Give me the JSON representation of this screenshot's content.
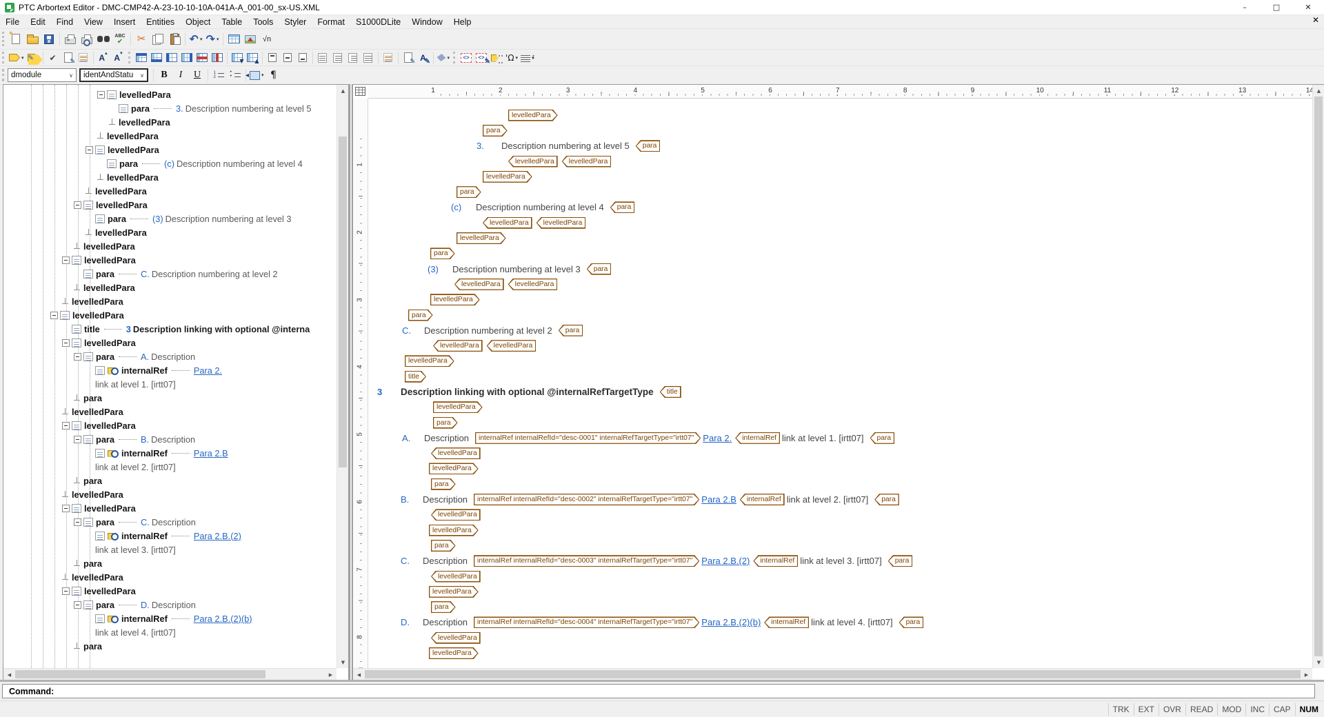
{
  "window": {
    "title": "PTC Arbortext Editor - DMC-CMP42-A-23-10-10-10A-041A-A_001-00_sx-US.XML"
  },
  "menu": {
    "items": [
      "File",
      "Edit",
      "Find",
      "View",
      "Insert",
      "Entities",
      "Object",
      "Table",
      "Tools",
      "Styler",
      "Format",
      "S1000DLite",
      "Window",
      "Help"
    ]
  },
  "icons": {
    "minimize": "–",
    "maximize": "□",
    "close": "✕",
    "doc_close": "✕",
    "cut": "✂",
    "undo": "↶",
    "redo": "↷",
    "equation": "√n",
    "spell_text": "ABC",
    "check_green": "✔",
    "check": "✔",
    "bold": "B",
    "italic": "I",
    "underline": "U",
    "pilcrow": "¶",
    "omega": "'Ω",
    "chevron": "∨",
    "dropdown": "▾",
    "code": "<>",
    "font_letter": "A",
    "sup_up": "▴",
    "sup_down": "▾",
    "up": "▲",
    "down": "▼",
    "left": "◀",
    "right": "▶"
  },
  "toolbar3": {
    "element_combo": "dmodule",
    "context_combo": "identAndStatu"
  },
  "ruler": {
    "h_numbers": [
      1,
      2,
      3,
      4,
      5,
      6,
      7,
      8,
      9,
      10,
      11,
      12,
      13,
      14
    ],
    "v_numbers": [
      1,
      2,
      3,
      4,
      5,
      6,
      7,
      8
    ]
  },
  "tree": {
    "rows": [
      {
        "i": 6,
        "k": "el",
        "exp": true,
        "name": "levelledPara"
      },
      {
        "i": 7,
        "k": "el",
        "name": "para",
        "num": "3.",
        "text": "Description numbering at level 5"
      },
      {
        "i": 7,
        "k": "end",
        "name": "levelledPara"
      },
      {
        "i": 6,
        "k": "end",
        "name": "levelledPara"
      },
      {
        "i": 5,
        "k": "el",
        "exp": true,
        "name": "levelledPara"
      },
      {
        "i": 6,
        "k": "el",
        "name": "para",
        "num": "(c)",
        "text": "Description numbering at level 4"
      },
      {
        "i": 6,
        "k": "end",
        "name": "levelledPara"
      },
      {
        "i": 5,
        "k": "end",
        "name": "levelledPara"
      },
      {
        "i": 4,
        "k": "el",
        "exp": true,
        "name": "levelledPara"
      },
      {
        "i": 5,
        "k": "el",
        "name": "para",
        "num": "(3)",
        "text": "Description numbering at level 3"
      },
      {
        "i": 5,
        "k": "end",
        "name": "levelledPara"
      },
      {
        "i": 4,
        "k": "end",
        "name": "levelledPara"
      },
      {
        "i": 3,
        "k": "el",
        "exp": true,
        "name": "levelledPara"
      },
      {
        "i": 4,
        "k": "el",
        "name": "para",
        "num": "C.",
        "text": "Description numbering at level 2"
      },
      {
        "i": 4,
        "k": "end",
        "name": "levelledPara"
      },
      {
        "i": 3,
        "k": "end",
        "name": "levelledPara"
      },
      {
        "i": 2,
        "k": "el",
        "exp": true,
        "name": "levelledPara"
      },
      {
        "i": 3,
        "k": "el",
        "name": "title",
        "num": "3",
        "text": "Description linking with optional @interna",
        "bold": true
      },
      {
        "i": 3,
        "k": "el",
        "exp": true,
        "name": "levelledPara"
      },
      {
        "i": 4,
        "k": "el",
        "exp": true,
        "name": "para",
        "num": "A.",
        "text": "Description"
      },
      {
        "i": 5,
        "k": "ref",
        "name": "internalRef",
        "link": "Para 2."
      },
      {
        "i": 5,
        "k": "txt",
        "text": "link at level 1. [irtt07]"
      },
      {
        "i": 4,
        "k": "end",
        "name": "para"
      },
      {
        "i": 3,
        "k": "end",
        "name": "levelledPara"
      },
      {
        "i": 3,
        "k": "el",
        "exp": true,
        "name": "levelledPara"
      },
      {
        "i": 4,
        "k": "el",
        "exp": true,
        "name": "para",
        "num": "B.",
        "text": "Description"
      },
      {
        "i": 5,
        "k": "ref",
        "name": "internalRef",
        "link": "Para 2.B"
      },
      {
        "i": 5,
        "k": "txt",
        "text": "link at level 2. [irtt07]"
      },
      {
        "i": 4,
        "k": "end",
        "name": "para"
      },
      {
        "i": 3,
        "k": "end",
        "name": "levelledPara"
      },
      {
        "i": 3,
        "k": "el",
        "exp": true,
        "name": "levelledPara"
      },
      {
        "i": 4,
        "k": "el",
        "exp": true,
        "name": "para",
        "num": "C.",
        "text": "Description"
      },
      {
        "i": 5,
        "k": "ref",
        "name": "internalRef",
        "link": "Para 2.B.(2)"
      },
      {
        "i": 5,
        "k": "txt",
        "text": "link at level 3. [irtt07]"
      },
      {
        "i": 4,
        "k": "end",
        "name": "para"
      },
      {
        "i": 3,
        "k": "end",
        "name": "levelledPara"
      },
      {
        "i": 3,
        "k": "el",
        "exp": true,
        "name": "levelledPara"
      },
      {
        "i": 4,
        "k": "el",
        "exp": true,
        "name": "para",
        "num": "D.",
        "text": "Description"
      },
      {
        "i": 5,
        "k": "ref",
        "name": "internalRef",
        "link": "Para 2.B.(2)(b)"
      },
      {
        "i": 5,
        "k": "txt",
        "text": "link at level 4. [irtt07]"
      },
      {
        "i": 4,
        "k": "end",
        "name": "para"
      }
    ]
  },
  "document": {
    "lines": [
      {
        "ind": 200,
        "seg": [
          [
            "o",
            "levelledPara"
          ]
        ]
      },
      {
        "ind": 163,
        "seg": [
          [
            "o",
            "para"
          ]
        ]
      },
      {
        "ind": 157,
        "seg": [
          [
            "n",
            "3."
          ],
          [
            "t",
            "Description numbering at level 5"
          ],
          [
            "c",
            "para"
          ]
        ]
      },
      {
        "ind": 200,
        "seg": [
          [
            "c",
            "levelledPara"
          ],
          [
            "c",
            "levelledPara"
          ]
        ]
      },
      {
        "ind": 163,
        "seg": [
          [
            "o",
            "levelledPara"
          ]
        ]
      },
      {
        "ind": 125,
        "seg": [
          [
            "o",
            "para"
          ]
        ]
      },
      {
        "ind": 120,
        "seg": [
          [
            "n",
            "(c)"
          ],
          [
            "t",
            "Description numbering at level 4"
          ],
          [
            "c",
            "para"
          ]
        ]
      },
      {
        "ind": 163,
        "seg": [
          [
            "c",
            "levelledPara"
          ],
          [
            "c",
            "levelledPara"
          ]
        ]
      },
      {
        "ind": 125,
        "seg": [
          [
            "o",
            "levelledPara"
          ]
        ]
      },
      {
        "ind": 87,
        "seg": [
          [
            "o",
            "para"
          ]
        ]
      },
      {
        "ind": 86,
        "seg": [
          [
            "n",
            "(3)"
          ],
          [
            "t",
            "Description numbering at level 3"
          ],
          [
            "c",
            "para"
          ]
        ]
      },
      {
        "ind": 122,
        "seg": [
          [
            "c",
            "levelledPara"
          ],
          [
            "c",
            "levelledPara"
          ]
        ]
      },
      {
        "ind": 87,
        "seg": [
          [
            "o",
            "levelledPara"
          ]
        ]
      },
      {
        "ind": 55,
        "seg": [
          [
            "o",
            "para"
          ]
        ]
      },
      {
        "ind": 49,
        "seg": [
          [
            "ln",
            "C."
          ],
          [
            "t",
            "Description numbering at level 2"
          ],
          [
            "c",
            "para"
          ]
        ]
      },
      {
        "ind": 91,
        "seg": [
          [
            "c",
            "levelledPara"
          ],
          [
            "c",
            "levelledPara"
          ]
        ]
      },
      {
        "ind": 50,
        "seg": [
          [
            "o",
            "levelledPara"
          ]
        ]
      },
      {
        "ind": 50,
        "seg": [
          [
            "o",
            "title"
          ]
        ]
      },
      {
        "ind": 13,
        "seg": [
          [
            "bn",
            "3"
          ],
          [
            "bt",
            "Description linking with optional @internalRefTargetType"
          ],
          [
            "c",
            "title"
          ]
        ]
      },
      {
        "ind": 91,
        "seg": [
          [
            "o",
            "levelledPara"
          ]
        ]
      },
      {
        "ind": 91,
        "seg": [
          [
            "o",
            "para"
          ]
        ]
      },
      {
        "ind": 49,
        "seg": [
          [
            "ln",
            "A."
          ],
          [
            "t",
            "Description"
          ],
          [
            "oa",
            "internalRef internalRefId=\"desc-0001\" internalRefTargetType=\"irtt07\""
          ],
          [
            "l",
            "Para 2."
          ],
          [
            "c",
            "internalRef"
          ],
          [
            "t",
            "link at level 1. [irtt07]"
          ],
          [
            "c",
            "para"
          ]
        ]
      },
      {
        "ind": 88,
        "seg": [
          [
            "c",
            "levelledPara"
          ]
        ]
      },
      {
        "ind": 85,
        "seg": [
          [
            "o",
            "levelledPara"
          ]
        ]
      },
      {
        "ind": 88,
        "seg": [
          [
            "o",
            "para"
          ]
        ]
      },
      {
        "ind": 47,
        "seg": [
          [
            "ln",
            "B."
          ],
          [
            "t",
            "Description"
          ],
          [
            "oa",
            "internalRef internalRefId=\"desc-0002\" internalRefTargetType=\"irtt07\""
          ],
          [
            "l",
            "Para 2.B"
          ],
          [
            "c",
            "internalRef"
          ],
          [
            "t",
            "link at level 2. [irtt07]"
          ],
          [
            "c",
            "para"
          ]
        ]
      },
      {
        "ind": 88,
        "seg": [
          [
            "c",
            "levelledPara"
          ]
        ]
      },
      {
        "ind": 85,
        "seg": [
          [
            "o",
            "levelledPara"
          ]
        ]
      },
      {
        "ind": 88,
        "seg": [
          [
            "o",
            "para"
          ]
        ]
      },
      {
        "ind": 47,
        "seg": [
          [
            "ln",
            "C."
          ],
          [
            "t",
            "Description"
          ],
          [
            "oa",
            "internalRef internalRefId=\"desc-0003\" internalRefTargetType=\"irtt07\""
          ],
          [
            "l",
            "Para 2.B.(2)"
          ],
          [
            "c",
            "internalRef"
          ],
          [
            "t",
            "link at level 3. [irtt07]"
          ],
          [
            "c",
            "para"
          ]
        ]
      },
      {
        "ind": 88,
        "seg": [
          [
            "c",
            "levelledPara"
          ]
        ]
      },
      {
        "ind": 85,
        "seg": [
          [
            "o",
            "levelledPara"
          ]
        ]
      },
      {
        "ind": 88,
        "seg": [
          [
            "o",
            "para"
          ]
        ]
      },
      {
        "ind": 47,
        "seg": [
          [
            "ln",
            "D."
          ],
          [
            "t",
            "Description"
          ],
          [
            "oa",
            "internalRef internalRefId=\"desc-0004\" internalRefTargetType=\"irtt07\""
          ],
          [
            "l",
            "Para 2.B.(2)(b)"
          ],
          [
            "c",
            "internalRef"
          ],
          [
            "t",
            "link at level 4. [irtt07]"
          ],
          [
            "c",
            "para"
          ]
        ]
      },
      {
        "ind": 88,
        "seg": [
          [
            "c",
            "levelledPara"
          ]
        ]
      },
      {
        "ind": 85,
        "seg": [
          [
            "o",
            "levelledPara"
          ]
        ]
      }
    ]
  },
  "command": {
    "label": "Command:"
  },
  "statusbar": {
    "items": [
      "TRK",
      "EXT",
      "OVR",
      "READ",
      "MOD",
      "INC",
      "CAP",
      "NUM"
    ],
    "active": "NUM"
  }
}
